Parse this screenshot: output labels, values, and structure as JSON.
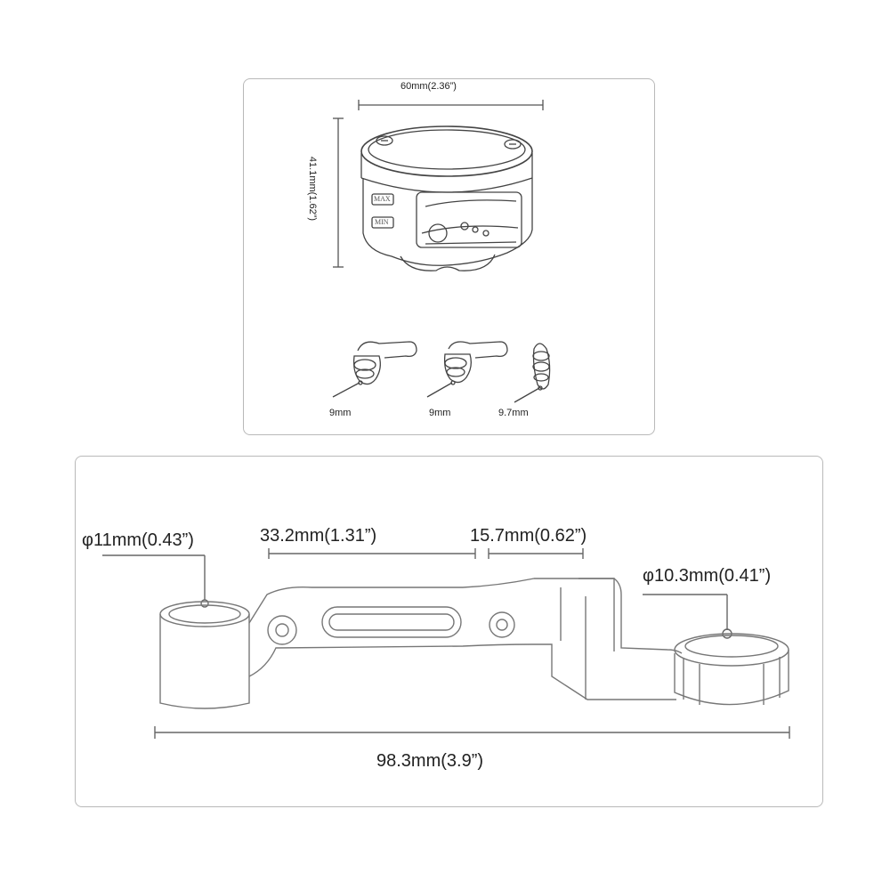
{
  "reservoir_panel": {
    "width_label": "60mm(2.36”)",
    "height_label": "41.1mm(1.62”)",
    "level_marks": [
      "MAX",
      "MIN"
    ],
    "fittings": [
      {
        "label": "9mm"
      },
      {
        "label": "9mm"
      },
      {
        "label": "9.7mm"
      }
    ]
  },
  "bracket_panel": {
    "left_diameter_label": "φ11mm(0.43”)",
    "slot_length_label": "33.2mm(1.31”)",
    "offset_label": "15.7mm(0.62”)",
    "right_diameter_label": "φ10.3mm(0.41”)",
    "overall_length_label": "98.3mm(3.9”)"
  }
}
